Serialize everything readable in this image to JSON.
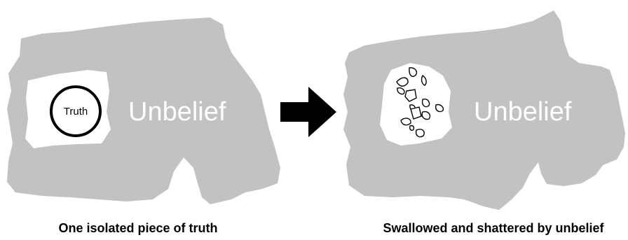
{
  "left_panel": {
    "region_label": "Unbelief",
    "circle_label": "Truth",
    "caption": "One isolated piece of truth"
  },
  "right_panel": {
    "region_label": "Unbelief",
    "caption": "Swallowed and shattered by unbelief"
  },
  "arrow": {
    "direction": "right",
    "color": "#000000"
  },
  "colors": {
    "region_fill": "#c2c2c2",
    "background": "#ffffff",
    "region_text": "#ffffff",
    "outline": "#000000"
  }
}
